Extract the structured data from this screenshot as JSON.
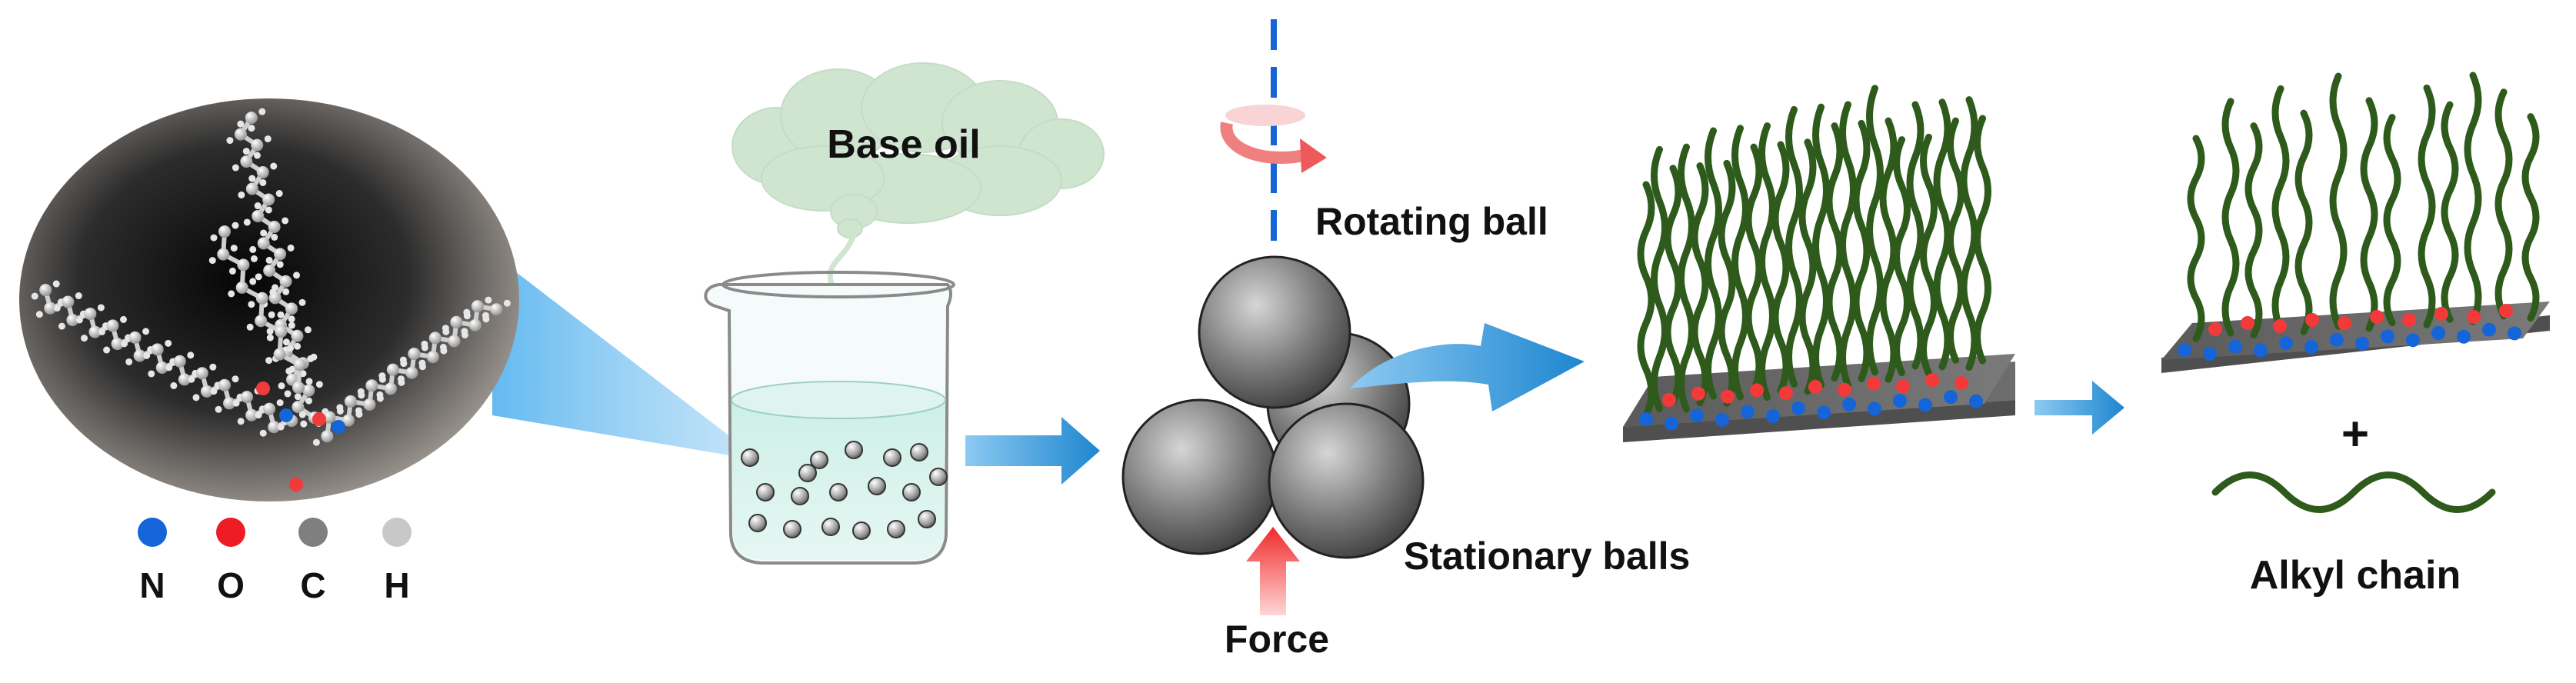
{
  "labels": {
    "base_oil": "Base oil",
    "rotating_ball": "Rotating ball",
    "stationary_balls": "Stationary balls",
    "force": "Force",
    "plus": "+",
    "alkyl_chain": "Alkyl chain"
  },
  "legend": [
    {
      "symbol": "N",
      "color": "#1565d8"
    },
    {
      "symbol": "O",
      "color": "#ee1c24"
    },
    {
      "symbol": "C",
      "color": "#7f7f7f"
    },
    {
      "symbol": "H",
      "color": "#c8c8c8"
    }
  ],
  "colors": {
    "arrow_blue": "#2f95d6",
    "chain_green": "#2e5a1c",
    "cloud_green": "#cfe5cf",
    "force_red": "#f23a3a",
    "rotation_pink": "#f5a3a3",
    "axis_blue": "#1565d8",
    "substrate_gray": "#6e6e6e"
  },
  "icons": {
    "molecule_view": "magnified-molecule-icon",
    "beaker": "beaker-icon",
    "four_ball_tester": "four-ball-tester-icon",
    "film_full": "adsorbed-film-icon",
    "film_worn": "worn-film-icon"
  }
}
